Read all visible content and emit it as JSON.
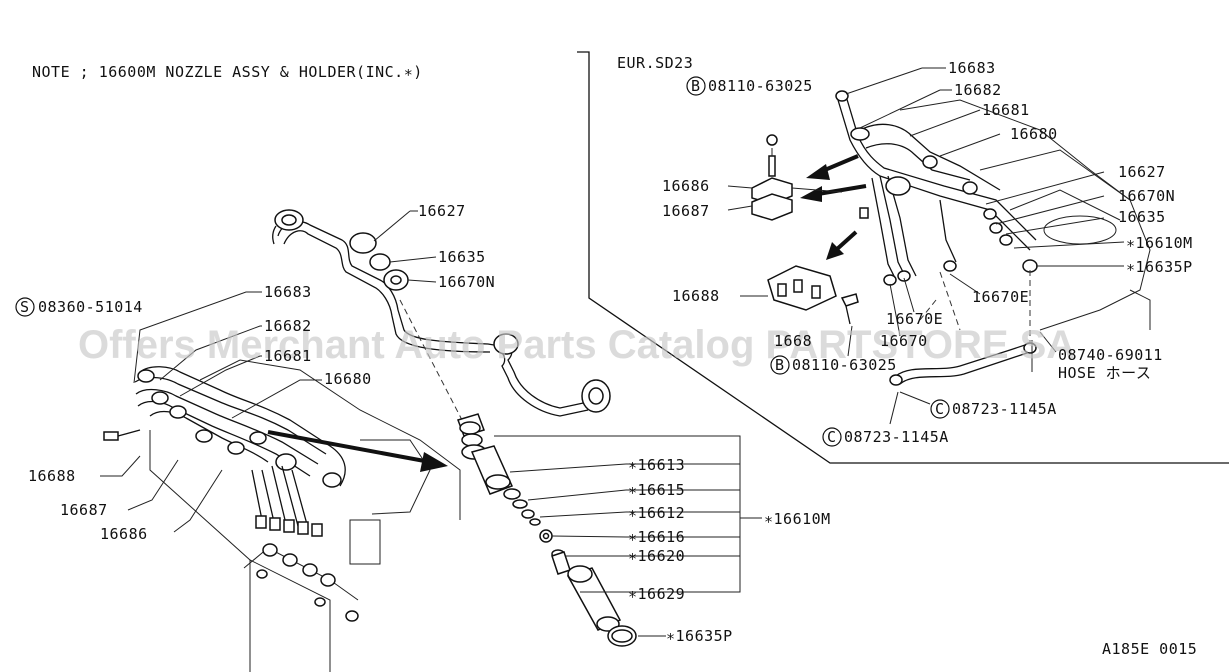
{
  "note": "NOTE ; 16600M NOZZLE ASSY & HOLDER(INC.∗)",
  "region_label": "EUR.SD23",
  "watermark": "Offers Merchant Auto Parts Catalog PARTSTORE SA",
  "footer_code": "A185E 0015",
  "left_parts": {
    "p16627": "16627",
    "p16635": "16635",
    "p16670n": "16670N",
    "bolt": "08360-51014",
    "bolt_letter": "S",
    "p16683": "16683",
    "p16682": "16682",
    "p16681": "16681",
    "p16680": "16680",
    "p16688": "16688",
    "p16687": "16687",
    "p16686": "16686"
  },
  "nozzle_parts": {
    "p16613": "∗16613",
    "p16615": "∗16615",
    "p16612": "∗16612",
    "p16616": "∗16616",
    "p16620": "∗16620",
    "p16629": "∗16629",
    "assy": "∗16610M",
    "p16635p": "∗16635P"
  },
  "right_parts": {
    "bolt_top": "08110-63025",
    "bolt_top_letter": "B",
    "p16683": "16683",
    "p16682": "16682",
    "p16681": "16681",
    "p16680": "16680",
    "p16627": "16627",
    "p16670n": "16670N",
    "p16635": "16635",
    "p16610m": "∗16610M",
    "p16635p": "∗16635P",
    "p16686": "16686",
    "p16687": "16687",
    "p16688": "16688",
    "p16670e_a": "16670E",
    "p16670e_b": "16670E",
    "p16670": "16670",
    "p1668x": "1668",
    "bolt_bottom": "08110-63025",
    "bolt_bottom_letter": "B",
    "hose_no": "08740-69011",
    "hose_label": "HOSE ホース",
    "clip_a": "08723-1145A",
    "clip_a_letter": "C",
    "clip_b": "08723-1145A",
    "clip_b_letter": "C"
  }
}
